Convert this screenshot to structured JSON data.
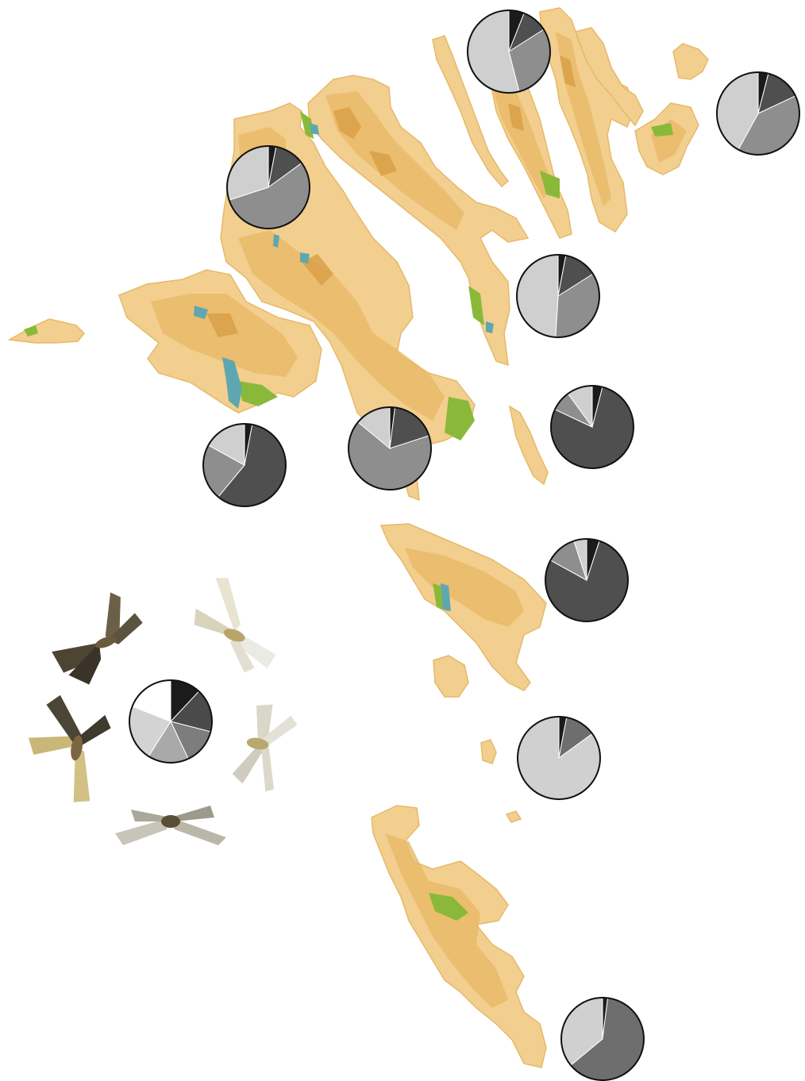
{
  "colors": {
    "island_fill": "#f2cf8e",
    "highland": "#e9b867",
    "peak": "#d79d45",
    "lowland": "#8ab93a",
    "lake": "#5fa7b0",
    "morph_1": "#1b1b1b",
    "morph_2": "#4a4a4a",
    "morph_3": "#7d7d7d",
    "morph_4": "#a9a9a9",
    "morph_5": "#d3d3d3",
    "morph_6": "#ffffff"
  },
  "legend": {
    "morph_colors": [
      "#1b1b1b",
      "#4a4a4a",
      "#7d7d7d",
      "#a9a9a9",
      "#d3d3d3",
      "#ffffff"
    ],
    "proportions": [
      0.12,
      0.17,
      0.14,
      0.16,
      0.22,
      0.19
    ],
    "moth_icons": [
      "moth-dark-icon",
      "moth-pale-icon",
      "moth-yellow-icon",
      "moth-whitish-icon",
      "moth-grey-icon"
    ]
  },
  "pies": [
    {
      "id": "north-top",
      "slices": [
        0.06,
        0.1,
        0.3,
        0.54
      ]
    },
    {
      "id": "east",
      "slices": [
        0.04,
        0.14,
        0.4,
        0.42
      ]
    },
    {
      "id": "northwest",
      "slices": [
        0.03,
        0.12,
        0.55,
        0.3
      ]
    },
    {
      "id": "central-east",
      "slices": [
        0.03,
        0.13,
        0.35,
        0.49
      ]
    },
    {
      "id": "west",
      "slices": [
        0.03,
        0.58,
        0.22,
        0.17
      ]
    },
    {
      "id": "central",
      "slices": [
        0.02,
        0.18,
        0.66,
        0.14
      ]
    },
    {
      "id": "east-mid",
      "slices": [
        0.04,
        0.78,
        0.08,
        0.1
      ]
    },
    {
      "id": "sandoy",
      "slices": [
        0.05,
        0.78,
        0.12,
        0.05
      ]
    },
    {
      "id": "south-mid",
      "slices": [
        0.03,
        0.12,
        0.85
      ]
    },
    {
      "id": "south",
      "slices": [
        0.02,
        0.62,
        0.36
      ]
    }
  ]
}
